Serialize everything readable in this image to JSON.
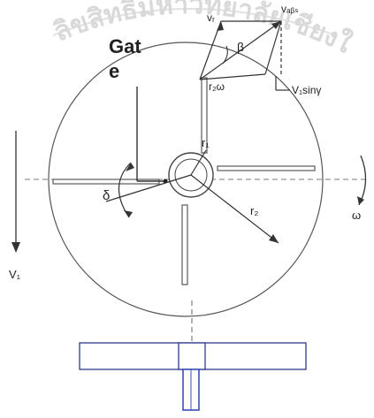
{
  "watermark": {
    "text": "ลิขสิทธิ์มหาวิทยาลัยเชียงใหม่",
    "color": "#d9d9d9"
  },
  "labels": {
    "gate_line1": "Gat",
    "gate_line2": "e",
    "r1": "r₁",
    "r2": "r₂",
    "delta": "δ",
    "omega": "ω",
    "vg": "V₁",
    "vr": "vᵣ",
    "vabs": "vₐᵦₛ",
    "beta": "β",
    "r2omega": "r₂ω",
    "vsin": "V₁sinγ"
  },
  "colors": {
    "line": "#404040",
    "vane": "#5a5a5a",
    "shaft": "#3a4fb8",
    "text": "#222222"
  }
}
